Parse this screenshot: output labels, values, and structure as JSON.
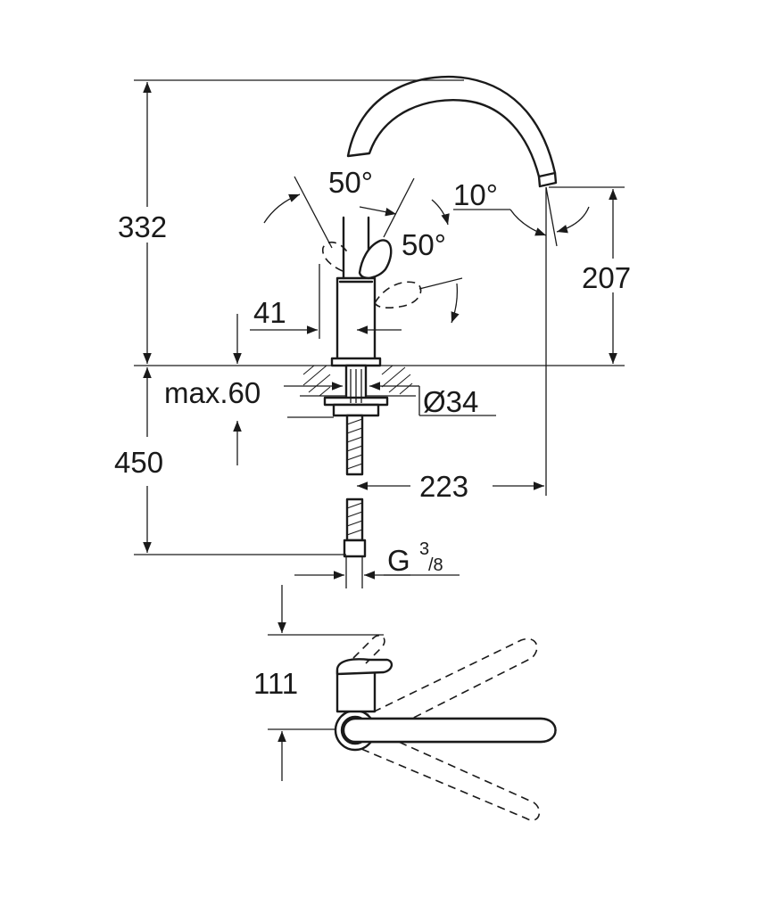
{
  "dimensions": {
    "total_height": "332",
    "spout_height": "207",
    "below_counter": "450",
    "spout_reach": "223",
    "handle_offset": "41",
    "max_thickness": "max.60",
    "hole_diameter": "Ø34",
    "connection_main": "G",
    "connection_sup": "3",
    "connection_sub": "/8",
    "top_view_depth": "111"
  },
  "angles": {
    "handle_left": "50°",
    "handle_right": "50°",
    "spout_tilt": "10°"
  }
}
